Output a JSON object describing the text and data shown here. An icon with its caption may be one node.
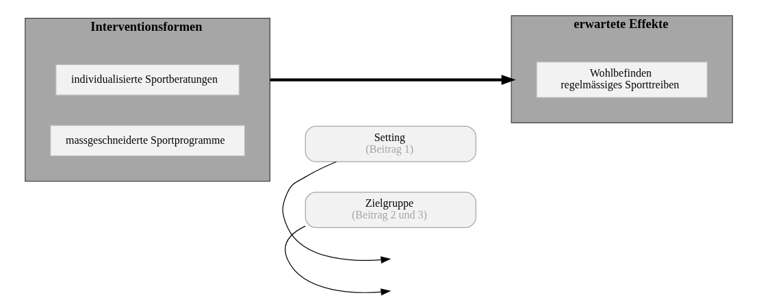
{
  "diagram": {
    "nodes": [
      {
        "text": [
          "Interventionsformen"
        ]
      },
      {
        "text": [
          "individualisierte Sportberatungen"
        ],
        "in": 0
      },
      {
        "text": [
          "massgeschneiderte Sportprogramme"
        ],
        "in": 0
      },
      {
        "text": [
          "erwartete Effekte"
        ]
      },
      {
        "text": [
          "Wohlbefinden",
          "regelmässiges Sporttreiben"
        ],
        "in": 3
      },
      {
        "text": [
          "Setting",
          "(Beitrag 1)"
        ]
      },
      {
        "text": [
          "Zielgruppe",
          "(Beitrag 2 und 3)"
        ]
      }
    ],
    "edges": [
      {
        "from": 0,
        "to": 3,
        "arrow": "to",
        "style": "thick"
      },
      {
        "from": 5,
        "to": null,
        "arrow": "to"
      },
      {
        "from": 6,
        "to": null,
        "arrow": "to"
      }
    ]
  }
}
